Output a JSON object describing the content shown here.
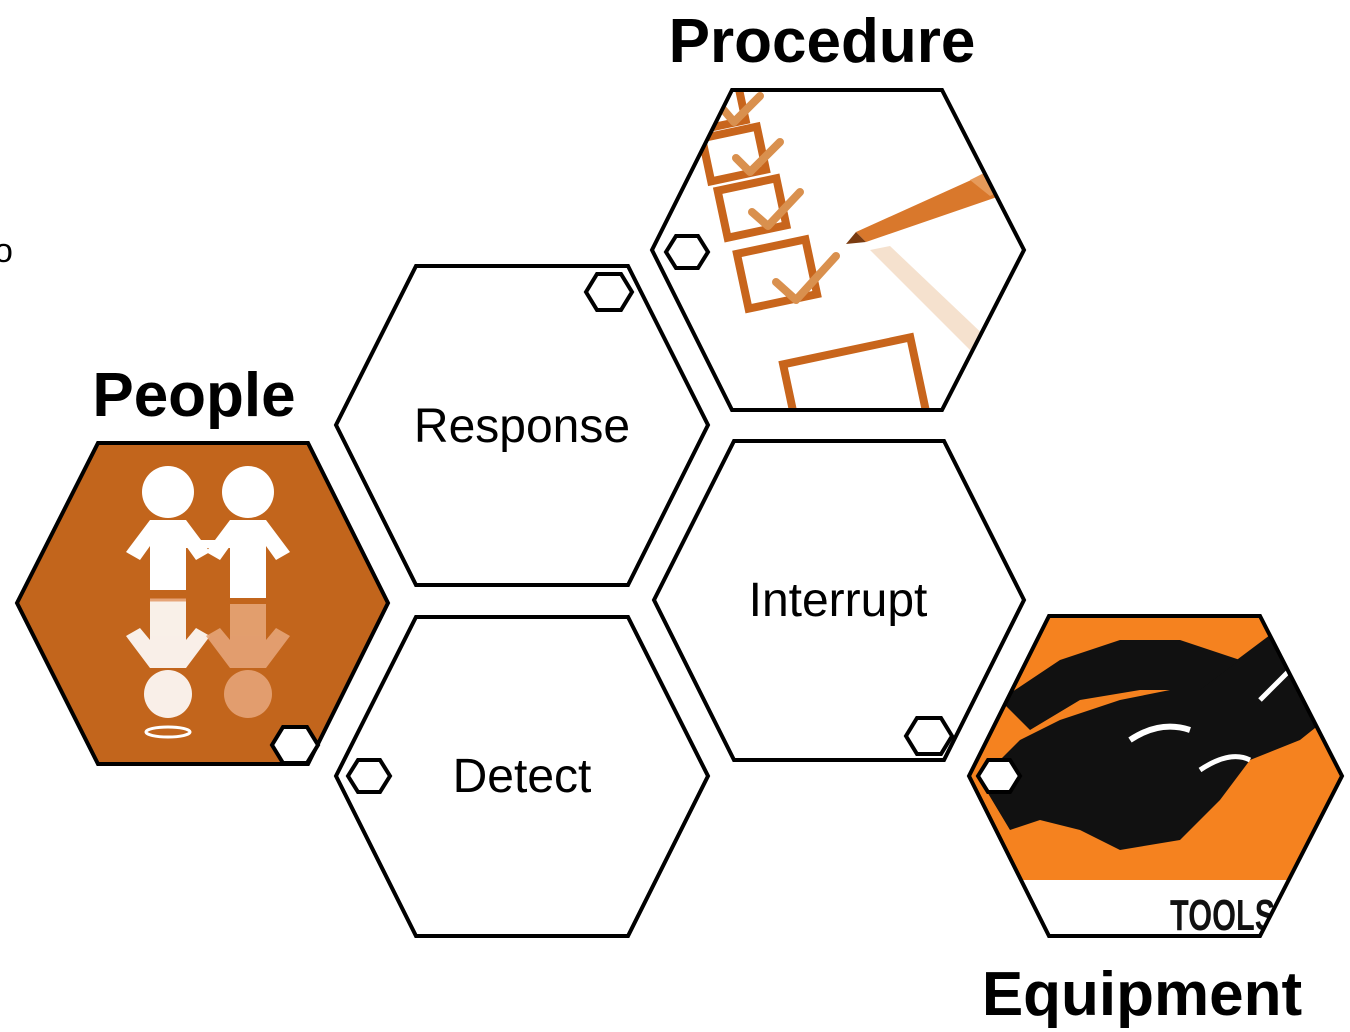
{
  "headings": {
    "procedure": "Procedure",
    "people": "People",
    "equipment": "Equipment"
  },
  "stages": {
    "response": "Response",
    "interrupt": "Interrupt",
    "detect": "Detect"
  },
  "equipment_image_text": "TOOLS &",
  "edge_fragment": "o",
  "colors": {
    "people_fill": "#c2651c",
    "equipment_orange": "#f5821f",
    "procedure_orange": "#c8651c",
    "outline": "#000000"
  },
  "icons": [
    "children-icon",
    "checklist-icon",
    "wrench-icon"
  ]
}
